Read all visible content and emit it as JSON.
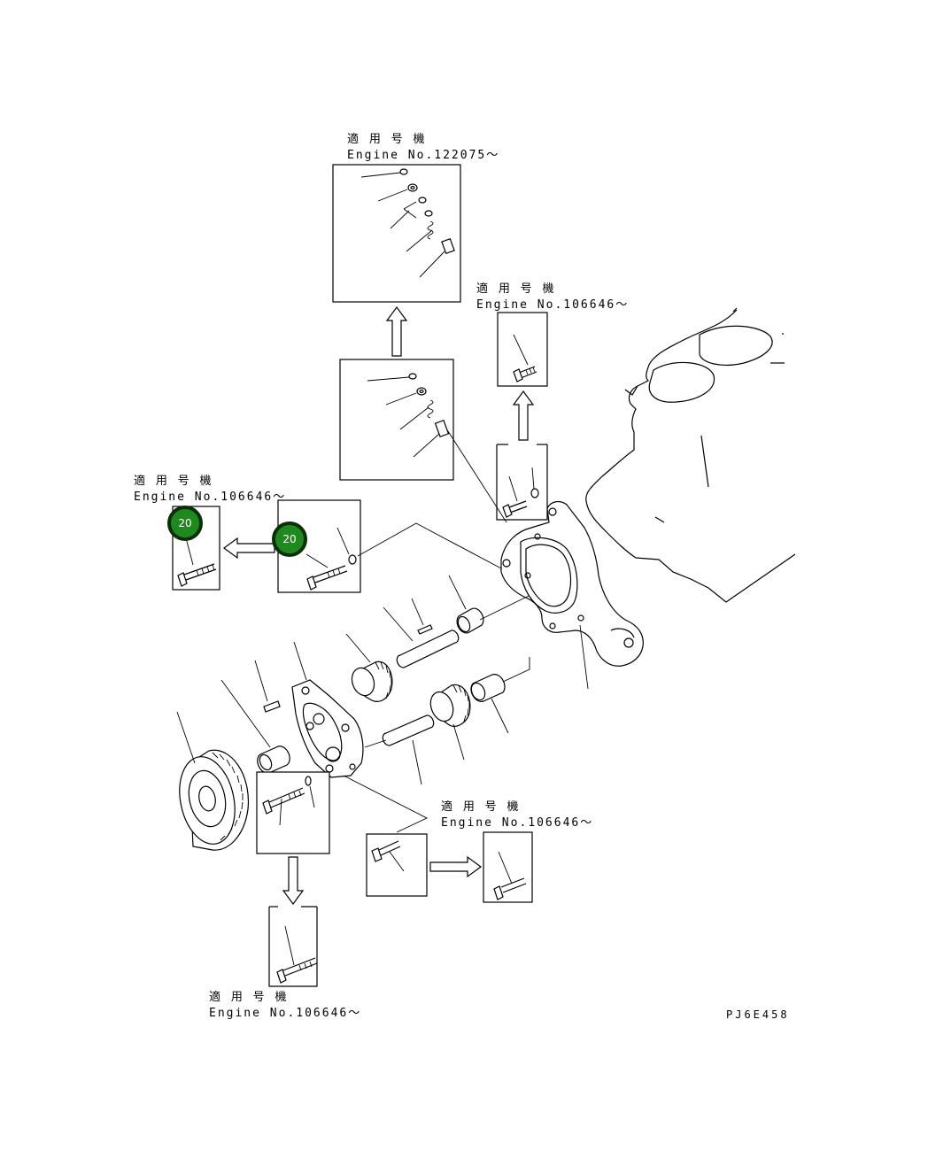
{
  "labels": {
    "top": {
      "line1": "適 用 号 機",
      "line2": "Engine No.122075～"
    },
    "right": {
      "line1": "適 用 号 機",
      "line2": "Engine No.106646～"
    },
    "left": {
      "line1": "適 用 号 機",
      "line2": "Engine No.106646～"
    },
    "bottom_right": {
      "line1": "適 用 号 機",
      "line2": "Engine No.106646～"
    },
    "bottom": {
      "line1": "適 用 号 機",
      "line2": "Engine No.106646～"
    }
  },
  "badges": [
    {
      "number": "20"
    },
    {
      "number": "20"
    }
  ],
  "drawing_code": "PJ6E458",
  "colors": {
    "badge_fill": "#1e8a1e",
    "badge_ring": "#0b2e0b",
    "line": "#000000"
  }
}
